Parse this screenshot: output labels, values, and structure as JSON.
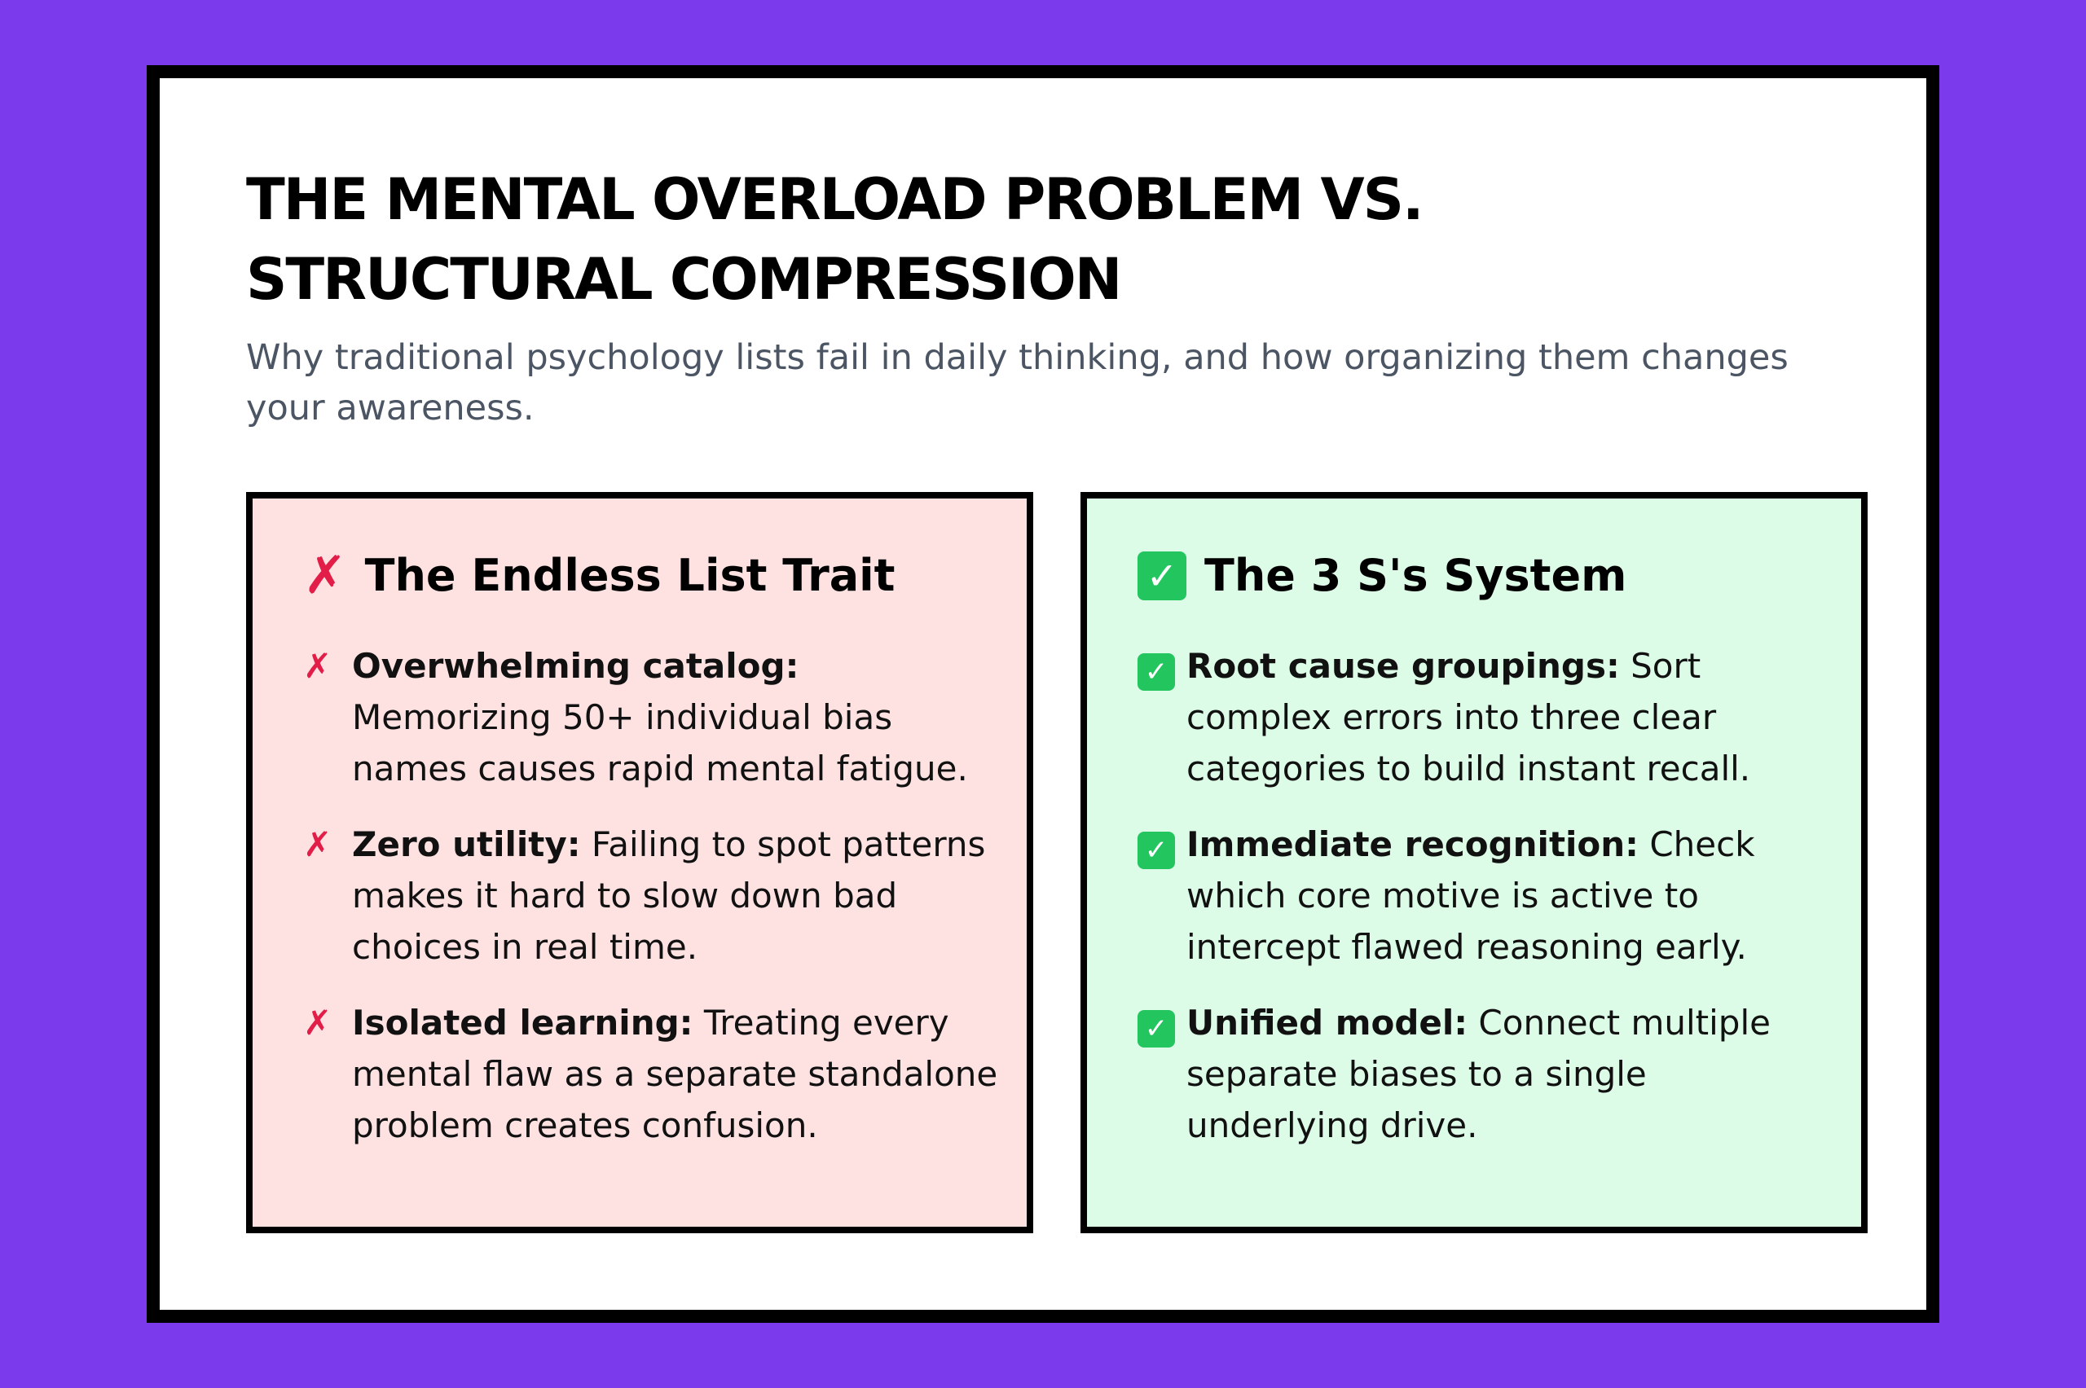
{
  "header": {
    "title": "THE MENTAL OVERLOAD PROBLEM VS. STRUCTURAL COMPRESSION",
    "subtitle": "Why traditional psychology lists fail in daily thinking, and how organizing them changes your awareness."
  },
  "left_panel": {
    "icon": "cross-mark-icon",
    "icon_glyph": "✗",
    "title": "The Endless List Trait",
    "color": "#fee2e2",
    "items": [
      {
        "icon_glyph": "✗",
        "label": "Overwhelming catalog:",
        "text": " Memorizing 50+ individual bias names causes rapid mental fatigue."
      },
      {
        "icon_glyph": "✗",
        "label": "Zero utility:",
        "text": " Failing to spot patterns makes it hard to slow down bad choices in real time."
      },
      {
        "icon_glyph": "✗",
        "label": "Isolated learning:",
        "text": " Treating every mental flaw as a separate standalone problem creates confusion."
      }
    ]
  },
  "right_panel": {
    "icon": "check-mark-icon",
    "icon_glyph": "✓",
    "title": "The 3 S's System",
    "color": "#dcfce7",
    "items": [
      {
        "icon_glyph": "✓",
        "label": "Root cause groupings:",
        "text": " Sort complex errors into three clear categories to build instant recall."
      },
      {
        "icon_glyph": "✓",
        "label": "Immediate recognition:",
        "text": " Check which core motive is active to intercept flawed reasoning early."
      },
      {
        "icon_glyph": "✓",
        "label": "Unified model:",
        "text": " Connect multiple separate biases to a single underlying drive."
      }
    ]
  },
  "colors": {
    "background": "#7c3aed",
    "cross": "#e11d48",
    "check": "#22c55e"
  }
}
